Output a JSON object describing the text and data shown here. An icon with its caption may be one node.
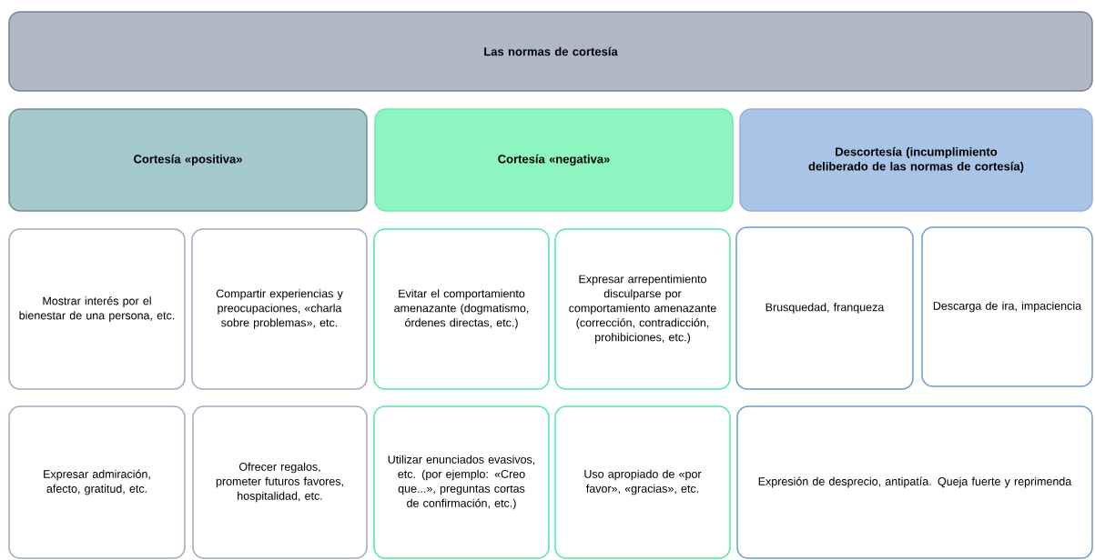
{
  "diagram": {
    "nodes": [
      {
        "text": [
          "Las normas de cortesía"
        ]
      },
      {
        "text": [
          "Cortesía «positiva»"
        ]
      },
      {
        "text": [
          "Cortesía «negativa»"
        ]
      },
      {
        "text": [
          "Descortesía (incumplimiento deliberado de las normas de cortesía)"
        ]
      },
      {
        "text": [
          "Mostrar interés por el bienestar de una persona, etc."
        ]
      },
      {
        "text": [
          "Compartir experiencias y preocupaciones, «charla sobre problemas», etc."
        ]
      },
      {
        "text": [
          "Evitar el comportamiento amenazante (dogmatismo, órdenes directas, etc.)"
        ]
      },
      {
        "text": [
          "Expresar arrepentimiento disculparse por comportamiento amenazante (corrección, contradicción, prohibiciones, etc.)"
        ]
      },
      {
        "text": [
          "Brusquedad, franqueza"
        ]
      },
      {
        "text": [
          "Descarga de ira, impaciencia"
        ]
      },
      {
        "text": [
          "Expresar admiración, afecto, gratitud, etc."
        ]
      },
      {
        "text": [
          "Ofrecer regalos, prometer futuros favores, hospitalidad, etc."
        ]
      },
      {
        "text": [
          "Utilizar enunciados evasivos, etc. (por ejemplo: «Creo que...», preguntas cortas de confirmación, etc.)"
        ]
      },
      {
        "text": [
          "Uso apropiado de «por favor», «gracias», etc."
        ]
      },
      {
        "text": [
          "Expresión de desprecio, antipatía. Queja fuerte y reprimenda"
        ]
      }
    ]
  }
}
